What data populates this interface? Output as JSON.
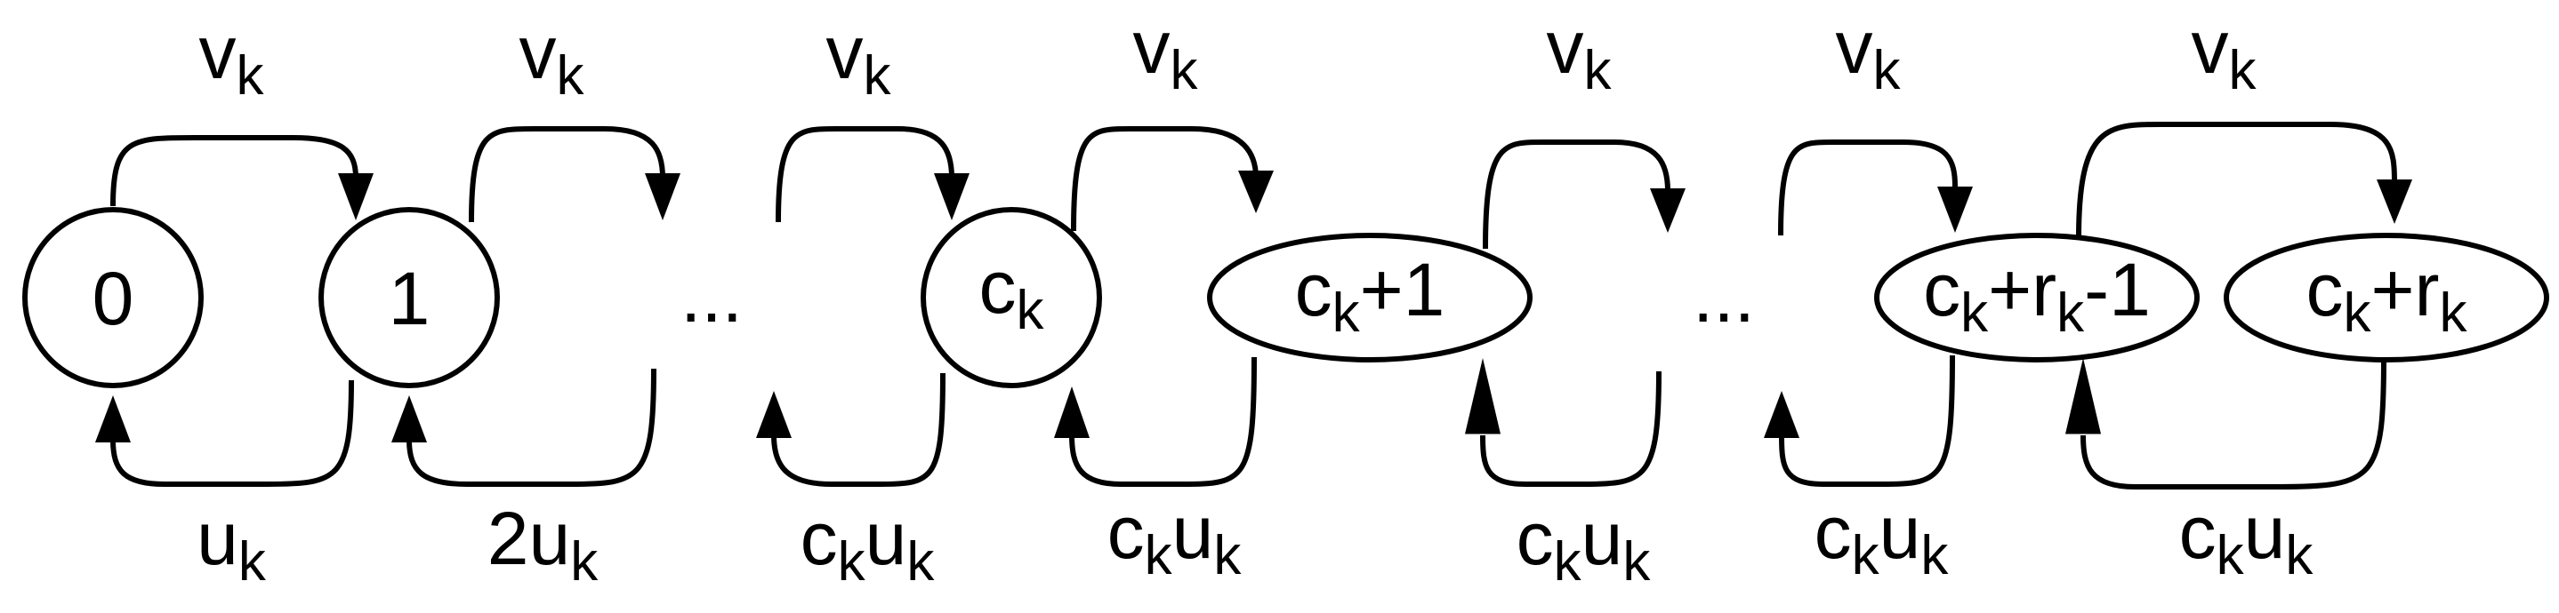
{
  "states": [
    {
      "id": "s0",
      "base": "0",
      "parts": [
        {
          "t": "0",
          "sub": false
        }
      ]
    },
    {
      "id": "s1",
      "base": "1",
      "parts": [
        {
          "t": "1",
          "sub": false
        }
      ]
    },
    {
      "id": "sck",
      "parts": [
        {
          "t": "c",
          "sub": false
        },
        {
          "t": "k",
          "sub": true
        }
      ]
    },
    {
      "id": "sck1",
      "parts": [
        {
          "t": "c",
          "sub": false
        },
        {
          "t": "k",
          "sub": true
        },
        {
          "t": "+1",
          "sub": false
        }
      ]
    },
    {
      "id": "sckrk1",
      "parts": [
        {
          "t": "c",
          "sub": false
        },
        {
          "t": "k",
          "sub": true
        },
        {
          "t": "+r",
          "sub": false
        },
        {
          "t": "k",
          "sub": true
        },
        {
          "t": "-1",
          "sub": false
        }
      ]
    },
    {
      "id": "sckrk",
      "parts": [
        {
          "t": "c",
          "sub": false
        },
        {
          "t": "k",
          "sub": true
        },
        {
          "t": "+r",
          "sub": false
        },
        {
          "t": "k",
          "sub": true
        }
      ]
    }
  ],
  "ellipsis": "...",
  "forward_label": [
    {
      "t": "v",
      "sub": false
    },
    {
      "t": "k",
      "sub": true
    }
  ],
  "backward_labels": [
    [
      {
        "t": "u",
        "sub": false
      },
      {
        "t": "k",
        "sub": true
      }
    ],
    [
      {
        "t": "2u",
        "sub": false
      },
      {
        "t": "k",
        "sub": true
      }
    ],
    [
      {
        "t": "c",
        "sub": false
      },
      {
        "t": "k",
        "sub": true
      },
      {
        "t": "u",
        "sub": false
      },
      {
        "t": "k",
        "sub": true
      }
    ],
    [
      {
        "t": "c",
        "sub": false
      },
      {
        "t": "k",
        "sub": true
      },
      {
        "t": "u",
        "sub": false
      },
      {
        "t": "k",
        "sub": true
      }
    ],
    [
      {
        "t": "c",
        "sub": false
      },
      {
        "t": "k",
        "sub": true
      },
      {
        "t": "u",
        "sub": false
      },
      {
        "t": "k",
        "sub": true
      }
    ],
    [
      {
        "t": "c",
        "sub": false
      },
      {
        "t": "k",
        "sub": true
      },
      {
        "t": "u",
        "sub": false
      },
      {
        "t": "k",
        "sub": true
      }
    ],
    [
      {
        "t": "c",
        "sub": false
      },
      {
        "t": "k",
        "sub": true
      },
      {
        "t": "u",
        "sub": false
      },
      {
        "t": "k",
        "sub": true
      }
    ]
  ]
}
